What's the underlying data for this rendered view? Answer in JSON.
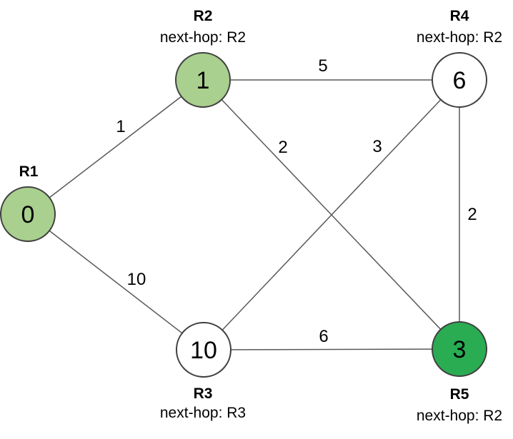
{
  "diagram": {
    "type": "network-routing-graph",
    "colors": {
      "visited_node_fill": "#A9D08E",
      "current_node_fill": "#2AAC52",
      "unvisited_node_fill": "#FFFFFF",
      "edge_line": "#595959",
      "node_border": "#404040",
      "text": "#000000"
    },
    "nodes": [
      {
        "id": "R1",
        "title": "R1",
        "value": "0",
        "fill": "#A9D08E"
      },
      {
        "id": "R2",
        "title": "R2",
        "value": "1",
        "nexthop": "next-hop: R2",
        "fill": "#A9D08E"
      },
      {
        "id": "R3",
        "title": "R3",
        "value": "10",
        "nexthop": "next-hop: R3",
        "fill": "#FFFFFF"
      },
      {
        "id": "R4",
        "title": "R4",
        "value": "6",
        "nexthop": "next-hop: R2",
        "fill": "#FFFFFF"
      },
      {
        "id": "R5",
        "title": "R5",
        "value": "3",
        "nexthop": "next-hop: R2",
        "fill": "#2AAC52"
      }
    ],
    "edges": [
      {
        "from": "R1",
        "to": "R2",
        "weight": "1"
      },
      {
        "from": "R1",
        "to": "R3",
        "weight": "10"
      },
      {
        "from": "R2",
        "to": "R4",
        "weight": "5"
      },
      {
        "from": "R2",
        "to": "R5",
        "weight": "2"
      },
      {
        "from": "R3",
        "to": "R4",
        "weight": "3"
      },
      {
        "from": "R4",
        "to": "R5",
        "weight": "2"
      },
      {
        "from": "R3",
        "to": "R5",
        "weight": "6"
      }
    ]
  }
}
